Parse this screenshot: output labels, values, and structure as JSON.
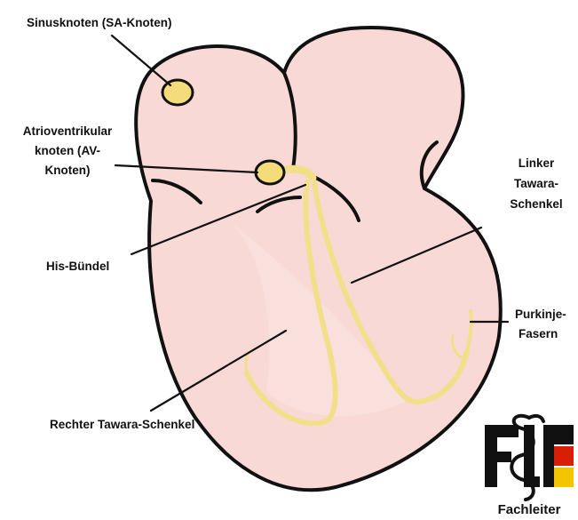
{
  "labels": {
    "sa_node": "Sinusknoten (SA-Knoten)",
    "av_node_line1": "Atrioventrikular",
    "av_node_line2": "knoten (AV-",
    "av_node_line3": "Knoten)",
    "his_bundle": "His-Bündel",
    "left_bundle_line1": "Linker",
    "left_bundle_line2": "Tawara-",
    "left_bundle_line3": "Schenkel",
    "purkinje_line1": "Purkinje-",
    "purkinje_line2": "Fasern",
    "right_bundle": "Rechter Tawara-Schenkel"
  },
  "logo": {
    "letters": "FLE",
    "caption": "Fachleiter"
  },
  "colors": {
    "heart_fill": "#f9d9d6",
    "conduction": "#f2df8a",
    "node_fill": "#f5dc7a",
    "outline": "#111111",
    "flag_black": "#111111",
    "flag_red": "#d81e05",
    "flag_gold": "#f5c400"
  }
}
